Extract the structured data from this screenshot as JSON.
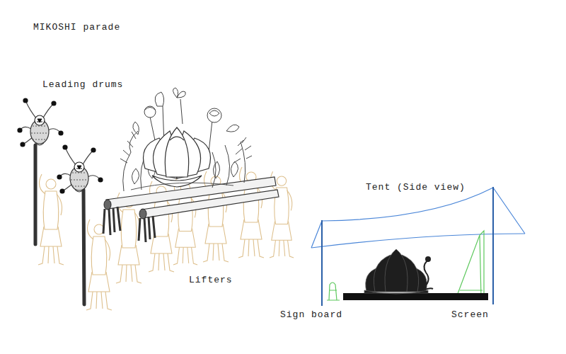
{
  "diagram": {
    "title": "MIKOSHI parade",
    "labels": [
      "Leading drums",
      "Lifters",
      "Tent (Side view)",
      "Sign board",
      "Screen"
    ]
  }
}
